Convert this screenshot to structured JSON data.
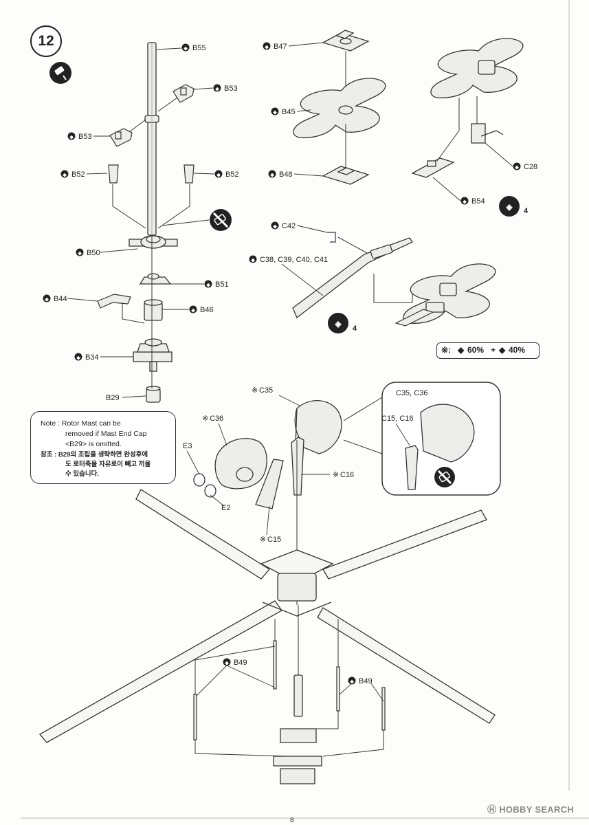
{
  "step": {
    "number": "12"
  },
  "parts": {
    "b55": "B55",
    "b53_right": "B53",
    "b53_left": "B53",
    "b52_left": "B52",
    "b52_right": "B52",
    "b50": "B50",
    "b51": "B51",
    "b44": "B44",
    "b46": "B46",
    "b34": "B34",
    "b29": "B29",
    "b47": "B47",
    "b45": "B45",
    "b48": "B48",
    "c28": "C28",
    "b54": "B54",
    "c42": "C42",
    "c38_41": "C38, C39, C40, C41",
    "c35": "C35",
    "c36": "C36",
    "c16": "C16",
    "c15": "C15",
    "e3": "E3",
    "e2": "E2",
    "inset_c35_c36": "C35, C36",
    "inset_c15_c16": "C15, C16",
    "b49_left": "B49",
    "b49_right": "B49"
  },
  "markers": {
    "part_prefix_symbol": "◆",
    "optional_prefix": "※",
    "repeat_count_top": "4",
    "repeat_count_mid": "4"
  },
  "paint_mix": {
    "prefix": "※:",
    "part1": "60%",
    "plus": "+",
    "part2": "40%"
  },
  "note": {
    "line1": "Note : Rotor Mast can be",
    "line2": "removed if Mast End Cap",
    "line3": "<B29> is omitted.",
    "kr_line1": "참조 : B29의 조립을 생략하면 완성후에",
    "kr_line2": "도 로터축을 자유로이 빼고 끼울",
    "kr_line3": "수 있습니다."
  },
  "page": {
    "number": "8"
  },
  "watermark": {
    "text": "HOBBY SEARCH"
  },
  "colors": {
    "line": "#333333",
    "part_fill": "#ededeb",
    "badge": "#222222"
  }
}
